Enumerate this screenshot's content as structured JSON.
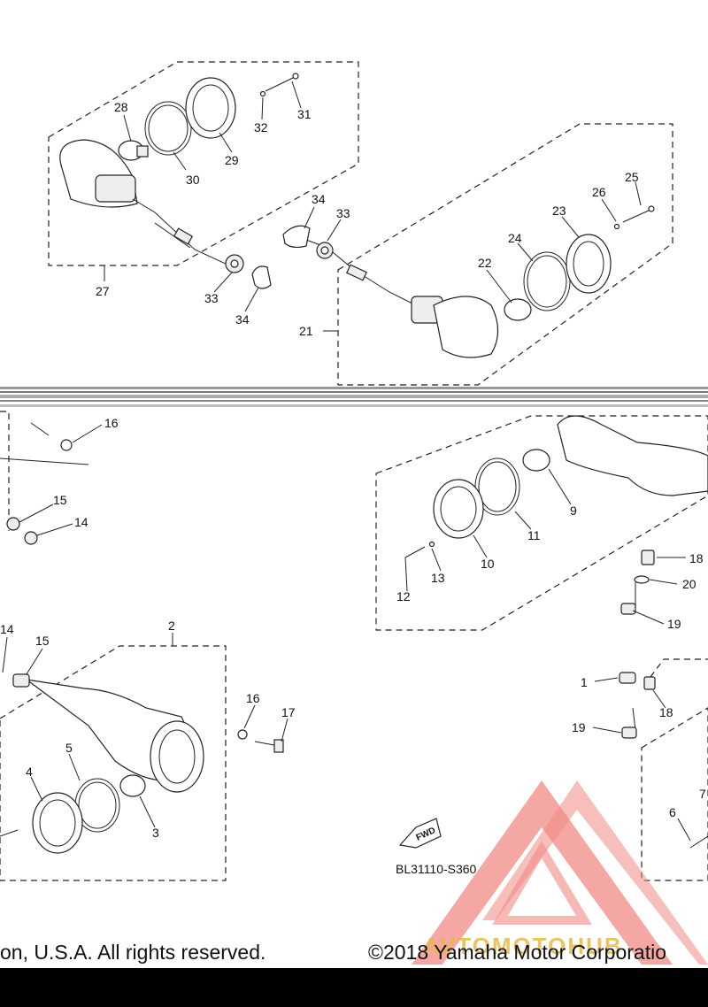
{
  "labels": {
    "n1": "1",
    "n2": "2",
    "n3": "3",
    "n4": "4",
    "n5": "5",
    "n6": "6",
    "n7": "7",
    "n9": "9",
    "n10": "10",
    "n11": "11",
    "n12": "12",
    "n13": "13",
    "n14a": "14",
    "n14b": "14",
    "n15a": "15",
    "n15b": "15",
    "n16a": "16",
    "n16b": "16",
    "n17": "17",
    "n18a": "18",
    "n18b": "18",
    "n19a": "19",
    "n19b": "19",
    "n20": "20",
    "n21": "21",
    "n22": "22",
    "n23": "23",
    "n24": "24",
    "n25": "25",
    "n26": "26",
    "n27": "27",
    "n28": "28",
    "n29": "29",
    "n30": "30",
    "n31": "31",
    "n32": "32",
    "n33a": "33",
    "n33b": "33",
    "n34a": "34",
    "n34b": "34"
  },
  "fwd_label": "FWD",
  "drawing_code": "BL31110-S360",
  "footer_left": "on, U.S.A. All rights reserved.",
  "footer_right": "©2018 Yamaha Motor Corporatio",
  "watermark_text": "AVTOMOTOHUB",
  "colors": {
    "watermark_red": "#f08a84",
    "watermark_gold": "#e8b84a"
  }
}
